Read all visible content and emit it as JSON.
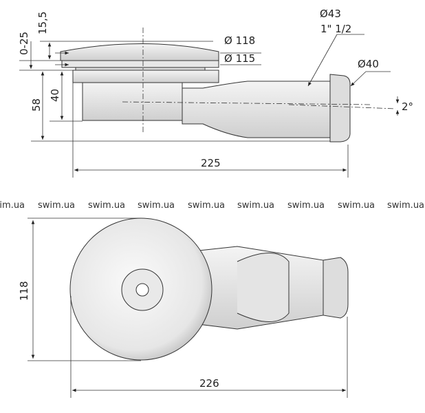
{
  "side_view": {
    "dims": {
      "cap_height": "15,5",
      "adjust_range": "0-25",
      "total_height": "58",
      "body_height": "40",
      "cap_diameter": "Ø 118",
      "ring_diameter": "Ø 115",
      "outlet_diameter": "Ø43",
      "thread": "1\" 1/2",
      "pipe_diameter": "Ø40",
      "slope": "2°",
      "length": "225"
    }
  },
  "watermarks": [
    "swim.ua",
    "swim.ua",
    "swim.ua",
    "swim.ua",
    "swim.ua",
    "swim.ua",
    "swim.ua",
    "swim.ua",
    "swim.ua"
  ],
  "top_view": {
    "dims": {
      "diameter": "118",
      "length": "226"
    }
  }
}
